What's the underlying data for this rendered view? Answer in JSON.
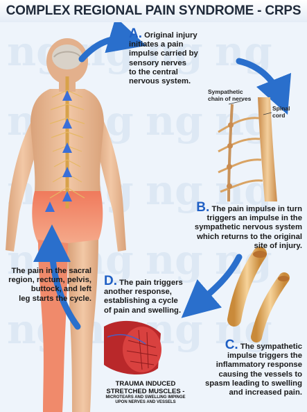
{
  "title": "COMPLEX REGIONAL PAIN SYNDROME - CRPS",
  "steps": {
    "a": {
      "letter": "A.",
      "line1": "Original injury",
      "line2": "initiates a pain",
      "line3": "impulse carried by",
      "line4": "sensory nerves",
      "line5": "to the central",
      "line6": "nervous system."
    },
    "b": {
      "letter": "B.",
      "line1": "The pain impulse in turn",
      "line2": "triggers an impulse in the",
      "line3": "sympathetic nervous system",
      "line4": "which returns to the original",
      "line5": "site of injury."
    },
    "c": {
      "letter": "C.",
      "line1": "The sympathetic",
      "line2": "impulse triggers the",
      "line3": "inflammatory response",
      "line4": "causing the vessels to",
      "line5": "spasm leading to swelling",
      "line6": "and increased pain."
    },
    "d": {
      "letter": "D.",
      "line1": "The pain triggers",
      "line2": "another response,",
      "line3": "establishing a cycle",
      "line4": "of pain and swelling."
    }
  },
  "start_note": {
    "line1": "The pain in the sacral",
    "line2": "region, rectum, pelvis,",
    "line3": "buttock, and left",
    "line4": "leg starts the cycle."
  },
  "labels": {
    "sympathetic1": "Sympathetic",
    "sympathetic2": "chain of nerves",
    "spinal1": "Spinal",
    "spinal2": "cord"
  },
  "trauma": {
    "line1": "TRAUMA INDUCED",
    "line2": "STRETCHED MUSCLES -",
    "line3": "MICROTEARS AND SWELLING IMPINGE",
    "line4": "UPON NERVES AND VESSELS"
  },
  "colors": {
    "accent": "#1f5fc4",
    "arrow": "#2a6fcc",
    "pain": "#e85a3a"
  }
}
